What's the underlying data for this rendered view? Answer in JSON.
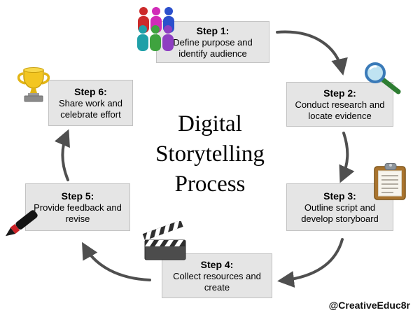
{
  "title": {
    "lines": [
      "Digital",
      "Storytelling",
      "Process"
    ]
  },
  "watermark": "@CreativeEduc8r",
  "steps": [
    {
      "label": "Step 1:",
      "text": "Define purpose and identify audience",
      "icon": "people-group-icon"
    },
    {
      "label": "Step 2:",
      "text": "Conduct research and locate evidence",
      "icon": "magnifying-glass-icon"
    },
    {
      "label": "Step 3:",
      "text": "Outline script and develop storyboard",
      "icon": "clipboard-icon"
    },
    {
      "label": "Step 4:",
      "text": "Collect resources and create",
      "icon": "clapperboard-icon"
    },
    {
      "label": "Step 5:",
      "text": "Provide feedback and revise",
      "icon": "pen-icon"
    },
    {
      "label": "Step 6:",
      "text": "Share work and celebrate effort",
      "icon": "trophy-icon"
    }
  ],
  "colors": {
    "background": "#ffffff",
    "box_fill": "#e5e5e5",
    "box_border": "#c2c2c2",
    "arrow": "#4f4f4f",
    "text": "#000000"
  }
}
